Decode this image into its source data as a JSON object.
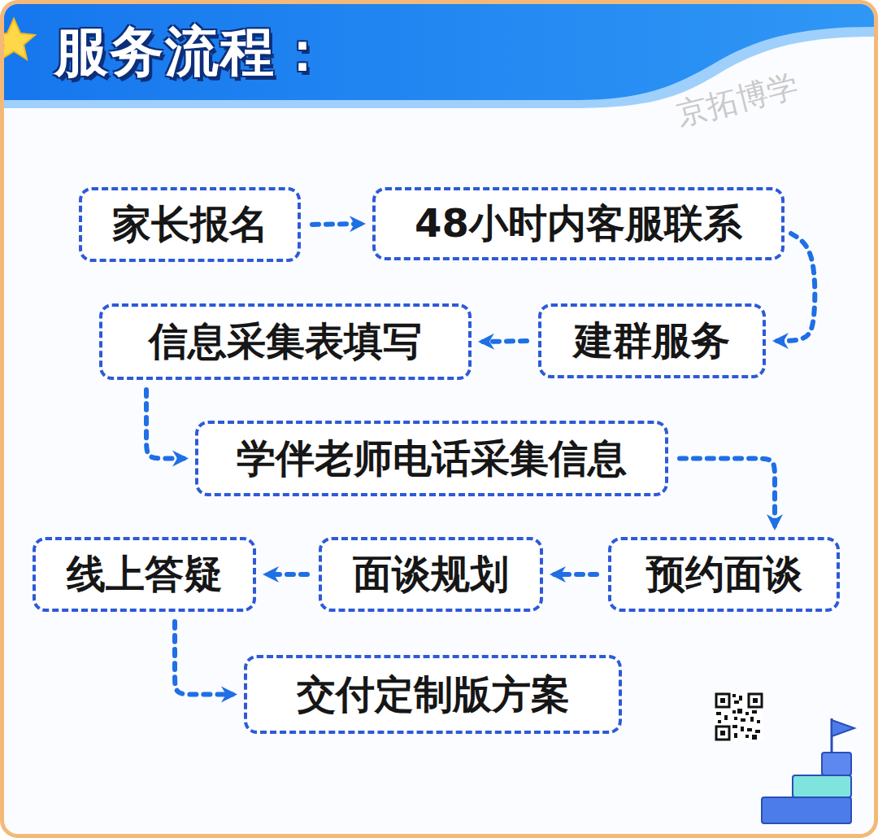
{
  "diagram": {
    "title": "服务流程：",
    "nodes": [
      {
        "text": [
          "家长报名"
        ]
      },
      {
        "text": [
          "48小时内客服联系"
        ]
      },
      {
        "text": [
          "建群服务"
        ]
      },
      {
        "text": [
          "信息采集表填写"
        ]
      },
      {
        "text": [
          "学伴老师电话采集信息"
        ]
      },
      {
        "text": [
          "预约面谈"
        ]
      },
      {
        "text": [
          "面谈规划"
        ]
      },
      {
        "text": [
          "线上答疑"
        ]
      },
      {
        "text": [
          "交付定制版方案"
        ]
      }
    ],
    "edges": [
      {
        "from": 0,
        "to": 1,
        "arrow": "to"
      },
      {
        "from": 1,
        "to": 2,
        "arrow": "to"
      },
      {
        "from": 2,
        "to": 3,
        "arrow": "to"
      },
      {
        "from": 3,
        "to": 4,
        "arrow": "to"
      },
      {
        "from": 4,
        "to": 5,
        "arrow": "to"
      },
      {
        "from": 5,
        "to": 6,
        "arrow": "to"
      },
      {
        "from": 6,
        "to": 7,
        "arrow": "to"
      },
      {
        "from": 7,
        "to": 8,
        "arrow": "to"
      }
    ],
    "labels": [
      "京拓博学"
    ]
  }
}
